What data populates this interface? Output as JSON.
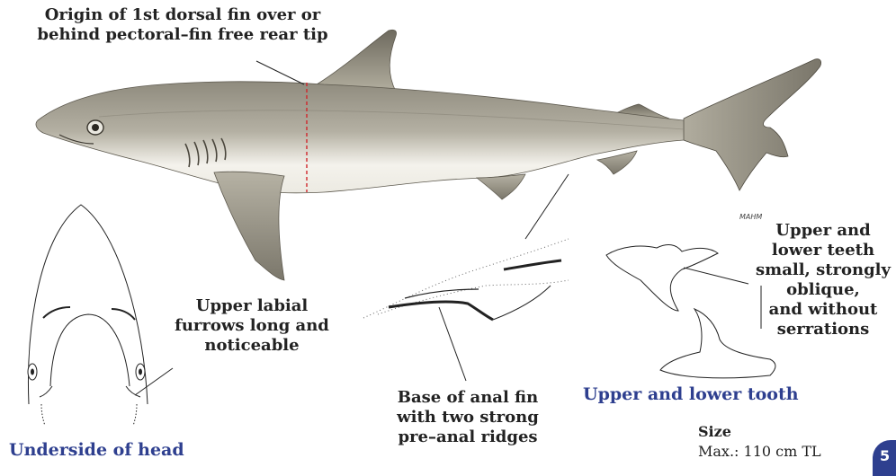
{
  "labels": {
    "dorsal_origin": [
      "Origin of 1st dorsal fin over or",
      "behind  pectoral–fin free rear tip"
    ],
    "labial_furrows": [
      "Upper labial",
      "furrows long and",
      "noticeable"
    ],
    "teeth": [
      "Upper and",
      "lower teeth",
      "small, strongly",
      "oblique,",
      "and without",
      "serrations"
    ],
    "anal_fin": [
      "Base of anal fin",
      "with two strong",
      "pre–anal ridges"
    ]
  },
  "captions": {
    "underside": "Underside of head",
    "tooth": "Upper and lower tooth"
  },
  "size": {
    "heading": "Size",
    "max": "Max.: 110 cm TL"
  },
  "artist_signature": "MAHM",
  "page_number": "5",
  "colors": {
    "caption": "#2e3f8f",
    "shark_body": "#a8a497",
    "shark_belly": "#f4f2ec",
    "dorsal_origin_line": "#d0262c"
  }
}
